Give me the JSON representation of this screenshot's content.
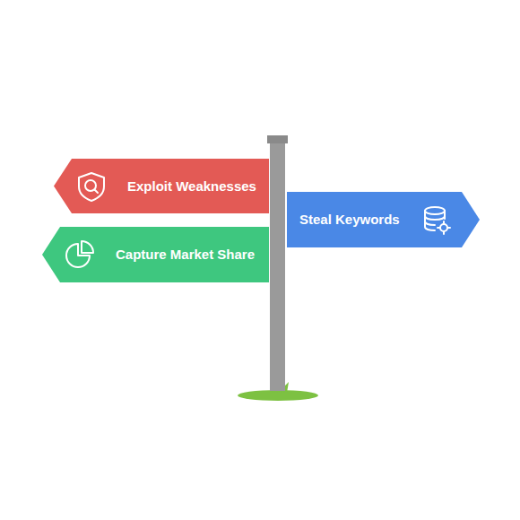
{
  "diagram": {
    "nodes": [
      {
        "text": [
          "Exploit Weaknesses"
        ]
      },
      {
        "text": [
          "Steal Keywords"
        ]
      },
      {
        "text": [
          "Capture Market Share"
        ]
      }
    ]
  }
}
